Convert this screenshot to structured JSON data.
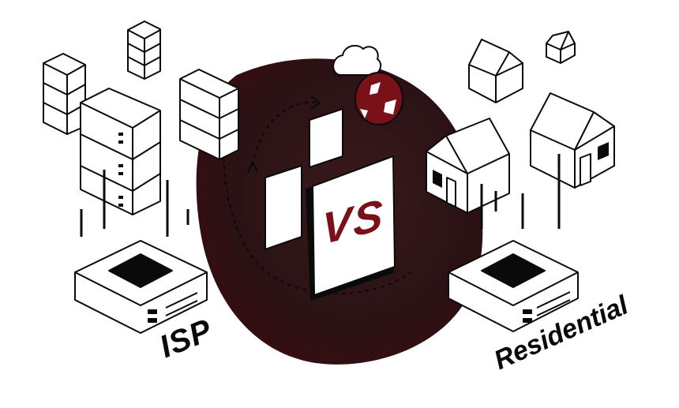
{
  "illustration": {
    "left_label": "ISP",
    "right_label": "Residential",
    "center_badge": "VS",
    "colors": {
      "accent": "#7a1018",
      "dark_blob": "#2a1214",
      "line": "#0a0a0a",
      "background": "#ffffff"
    },
    "icons": [
      "server-stack-icon",
      "router-icon",
      "house-icon",
      "globe-icon",
      "cloud-icon",
      "vs-card-icon"
    ]
  }
}
